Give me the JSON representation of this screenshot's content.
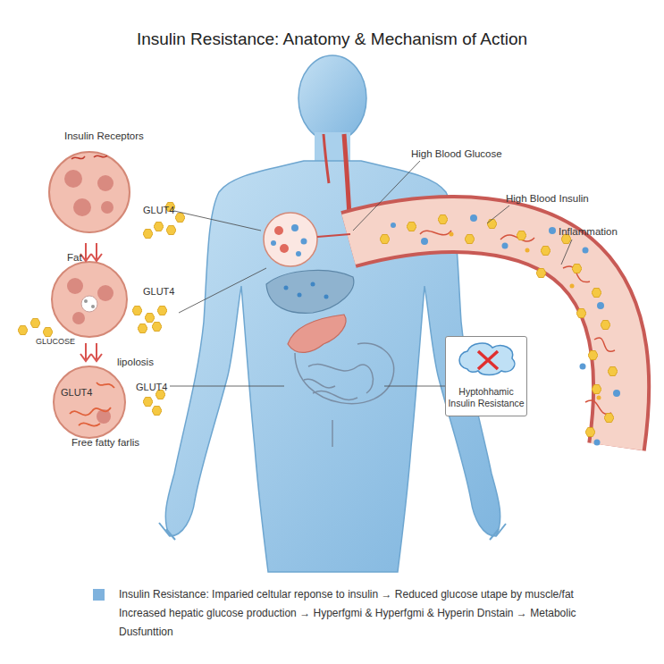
{
  "diagram": {
    "title": "Insulin Resistance: Anatomy & Mechanism of Action",
    "nodes": [
      {
        "text": [
          "GLUT4"
        ]
      },
      {
        "text": [
          "Hyptohhamic Insulin Resistance"
        ]
      }
    ],
    "labels": [
      "Insulin Receptors",
      "GLUT4",
      "High Blood Glucose",
      "High Blood Insulin",
      "Inflammation",
      "Fat",
      "GLUT4",
      "GLUCOSE",
      "lipolosis",
      "GLUT4",
      "Free fatty farlis"
    ],
    "legend": [
      {
        "text": "Insulin Resistance: Imparied celtular reponse to insulin → Reduced glucose utape by muscle/fat Increased hepatic glucose production → Hyperfgmi & Hyperfgmi & Hyperin Dnstain → Metabolic Dusfunttion",
        "color": "#7fb2dd"
      }
    ]
  }
}
